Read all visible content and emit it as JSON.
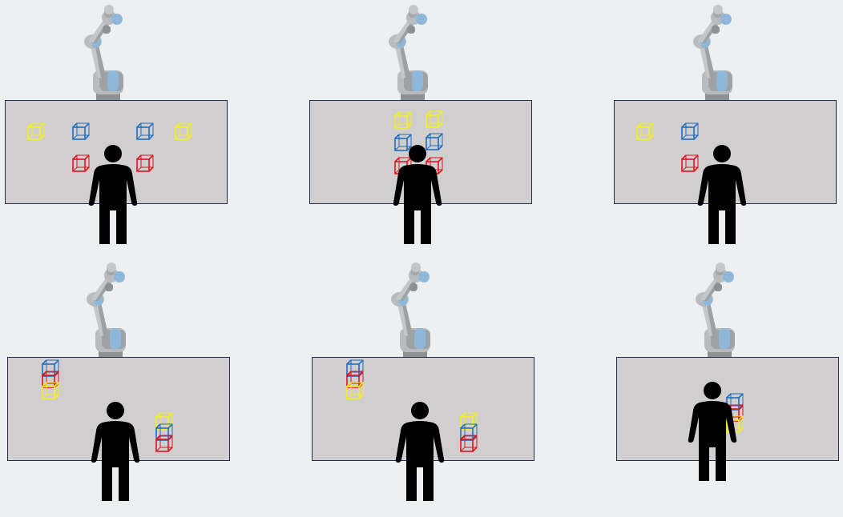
{
  "colors": {
    "background": "#edf0f1",
    "table": "#d1cecf",
    "table_border": "#1e2c4f",
    "yellow_cube": "#f4ee1e",
    "blue_cube": "#1f6fc0",
    "red_cube": "#e0141e",
    "person": "#000000",
    "robot_metal": "#b9bcbe",
    "robot_joint": "#8fb7d9"
  },
  "icons": [
    "robot-arm-icon",
    "cube-icon",
    "person-icon"
  ],
  "panels": [
    {
      "cubes": [
        {
          "color": "yellow"
        },
        {
          "color": "blue"
        },
        {
          "color": "blue"
        },
        {
          "color": "yellow"
        },
        {
          "color": "red"
        },
        {
          "color": "red"
        }
      ]
    },
    {
      "cubes": [
        {
          "color": "yellow"
        },
        {
          "color": "yellow"
        },
        {
          "color": "blue"
        },
        {
          "color": "blue"
        },
        {
          "color": "red"
        },
        {
          "color": "red"
        }
      ]
    },
    {
      "cubes": [
        {
          "color": "yellow"
        },
        {
          "color": "blue"
        },
        {
          "color": "red"
        }
      ]
    },
    {
      "cubes": [
        {
          "color": "blue"
        },
        {
          "color": "red"
        },
        {
          "color": "yellow"
        },
        {
          "color": "yellow"
        },
        {
          "color": "blue"
        },
        {
          "color": "red"
        }
      ]
    },
    {
      "cubes": [
        {
          "color": "blue"
        },
        {
          "color": "red"
        },
        {
          "color": "yellow"
        },
        {
          "color": "yellow"
        },
        {
          "color": "blue"
        },
        {
          "color": "red"
        }
      ]
    },
    {
      "cubes": [
        {
          "color": "blue"
        },
        {
          "color": "red"
        },
        {
          "color": "yellow"
        }
      ]
    }
  ]
}
